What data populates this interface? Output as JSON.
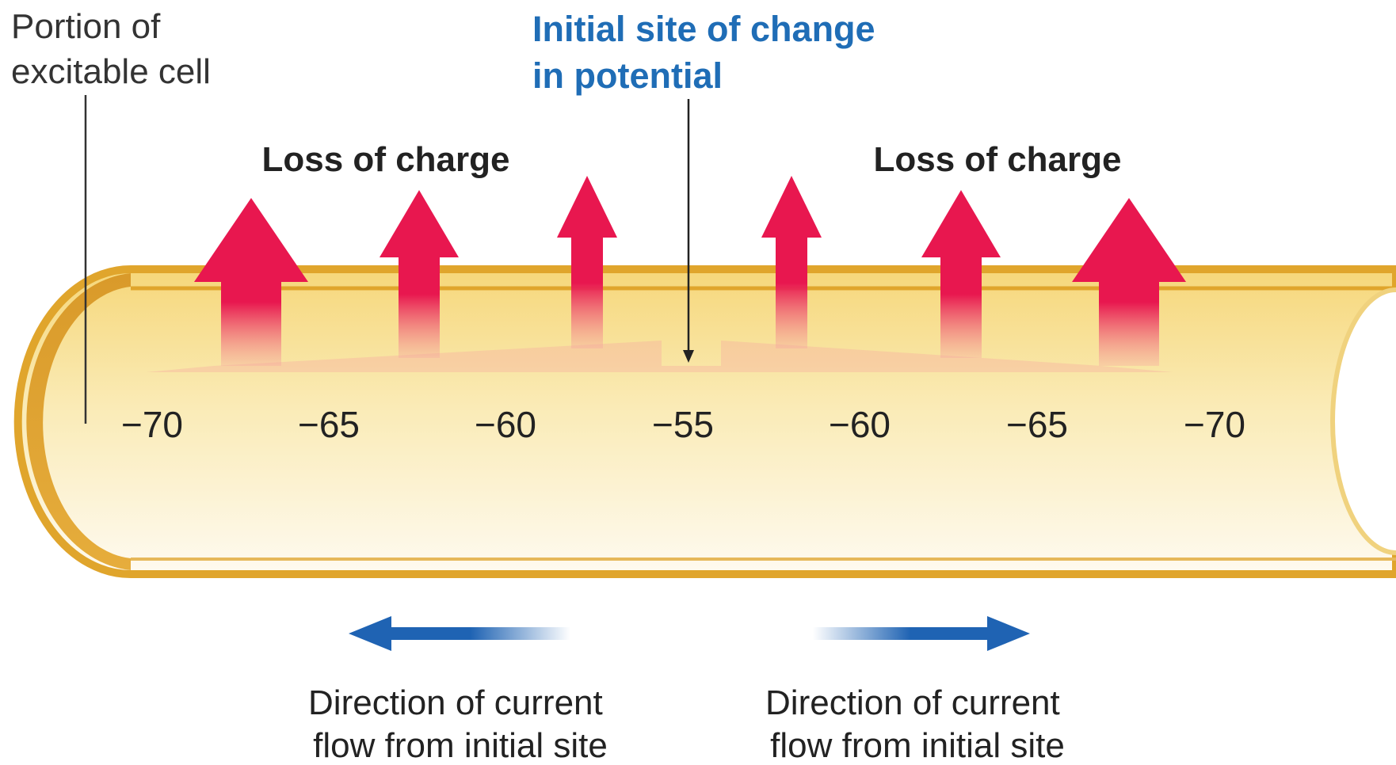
{
  "cell_label": {
    "line1": "Portion of",
    "line2": "excitable cell"
  },
  "initial_site_label": {
    "line1": "Initial site of change",
    "line2": "in potential"
  },
  "loss_labels": [
    "Loss of charge",
    "Loss of charge"
  ],
  "potentials": [
    "−70",
    "−65",
    "−60",
    "−55",
    "−60",
    "−65",
    "−70"
  ],
  "current_labels": {
    "left": {
      "line1": "Direction of current",
      "line2": "flow from initial site"
    },
    "right": {
      "line1": "Direction of current",
      "line2": "flow from initial site"
    }
  },
  "colors": {
    "cell_fill": "#f6d77a",
    "cell_edge": "#e0a52c",
    "charge_arrow": "#e8174f",
    "current_arrow": "#1f63b3",
    "site_label": "#1f6db6"
  }
}
